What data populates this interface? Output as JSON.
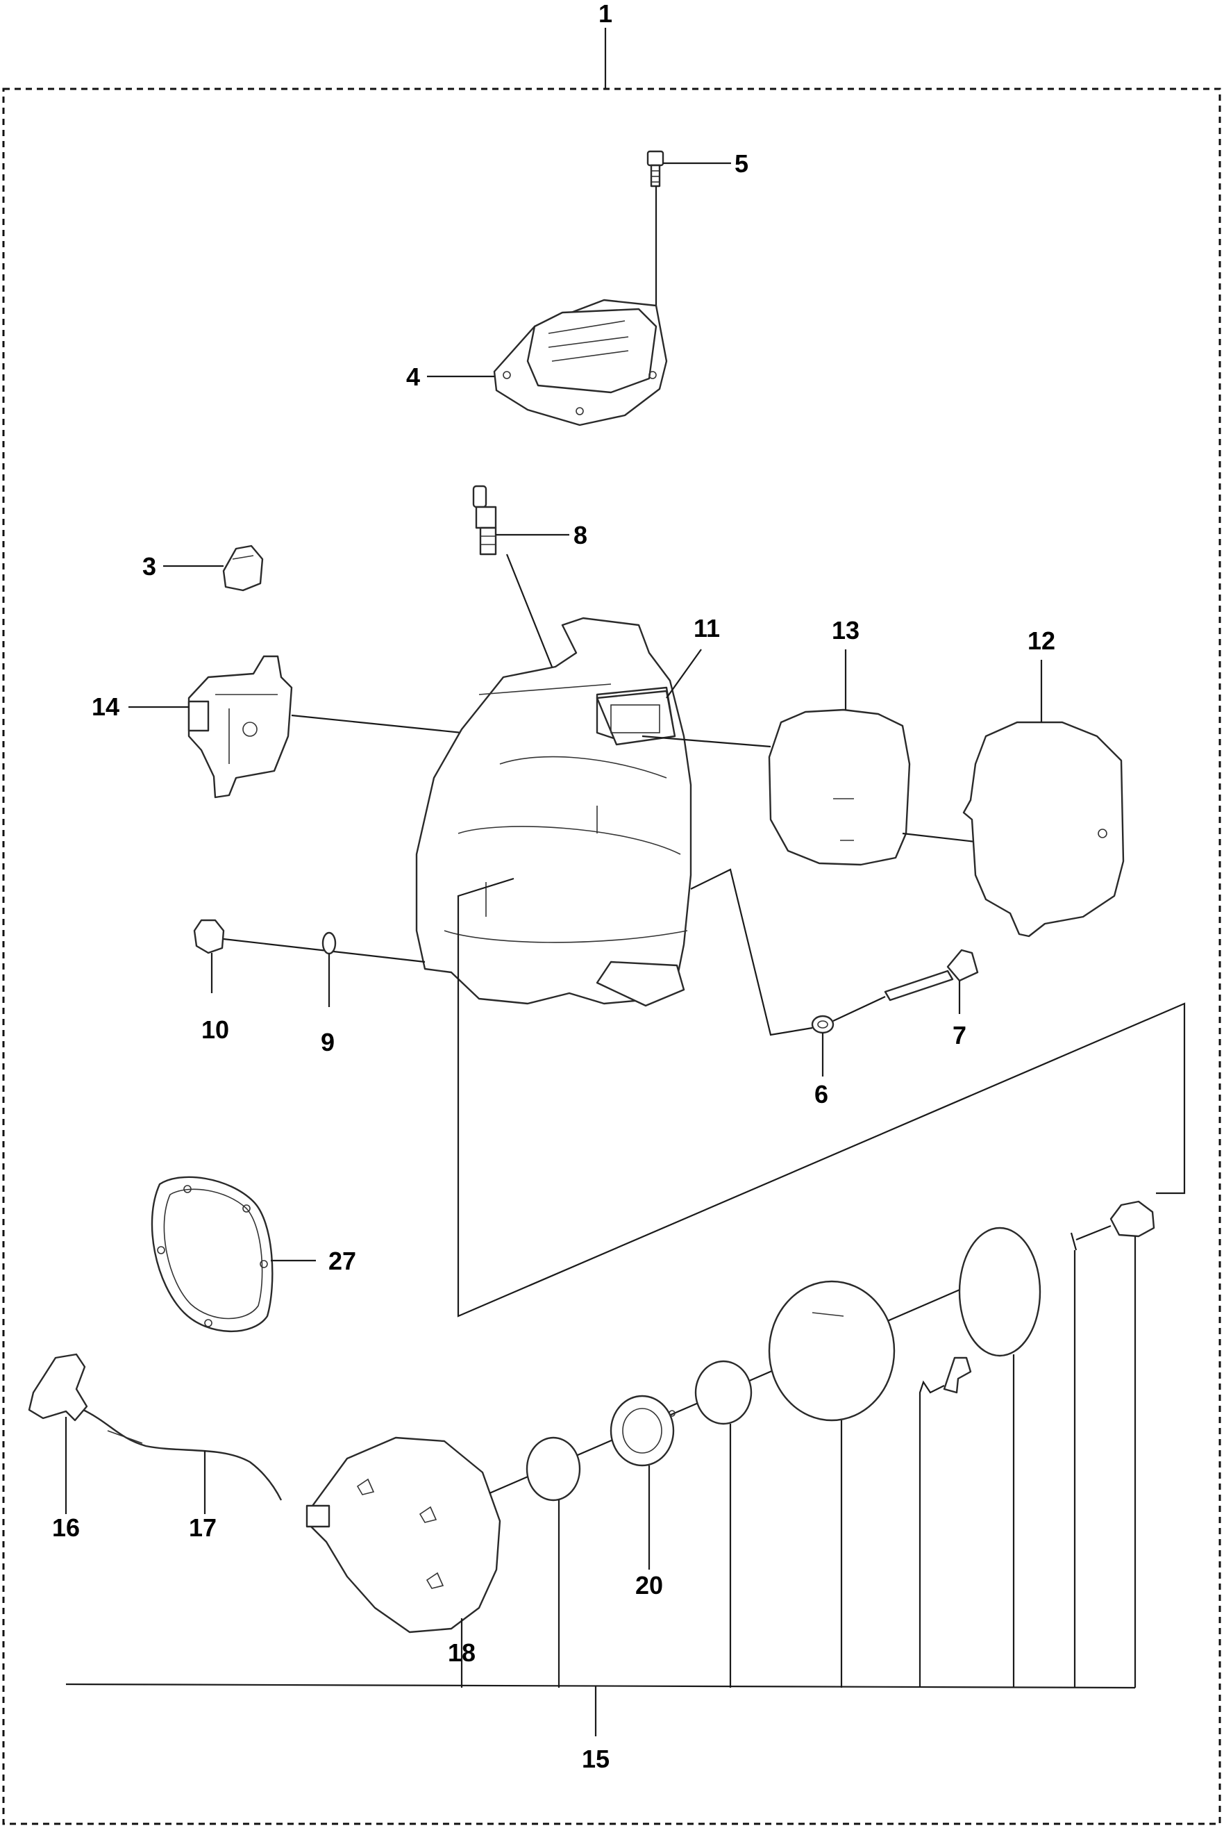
{
  "diagram": {
    "callouts": {
      "c1": "1",
      "c2": "3",
      "c3": "4",
      "c4": "5",
      "c5": "8",
      "c6": "11",
      "c7": "13",
      "c8": "12",
      "c9": "14",
      "c10": "10",
      "c11": "9",
      "c12": "6",
      "c13": "7",
      "c14": "27",
      "c15": "16",
      "c16": "17",
      "c17": "18",
      "c18": "20",
      "c19": "15"
    }
  }
}
